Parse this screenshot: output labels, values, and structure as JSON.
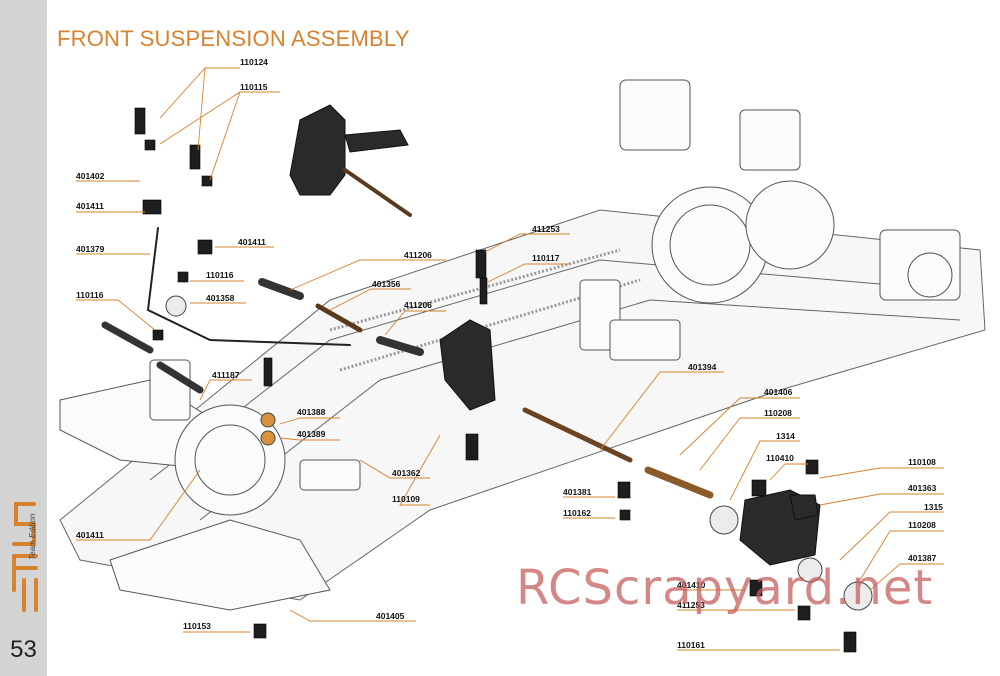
{
  "page": {
    "title": "FRONT SUSPENSION ASSEMBLY",
    "page_number": "53",
    "brand_logo_text": "SPII",
    "brand_subtitle": "Team Edition"
  },
  "watermark": "RCScrapyard.net",
  "colors": {
    "title": "#d8822e",
    "side_strip": "#d4d4d4",
    "watermark": "#c45a5a",
    "leader_line": "#d8822e"
  },
  "part_labels": [
    "110124",
    "110115",
    "401402",
    "401411",
    "401379",
    "401411",
    "110116",
    "401358",
    "110116",
    "411187",
    "401411",
    "411206",
    "401356",
    "411206",
    "411253",
    "110117",
    "401388",
    "401389",
    "401362",
    "110109",
    "401394",
    "401406",
    "110208",
    "1314",
    "110410",
    "110108",
    "401363",
    "1315",
    "110208",
    "401387",
    "401381",
    "110162",
    "401410",
    "411253",
    "110161",
    "110153",
    "401405"
  ]
}
